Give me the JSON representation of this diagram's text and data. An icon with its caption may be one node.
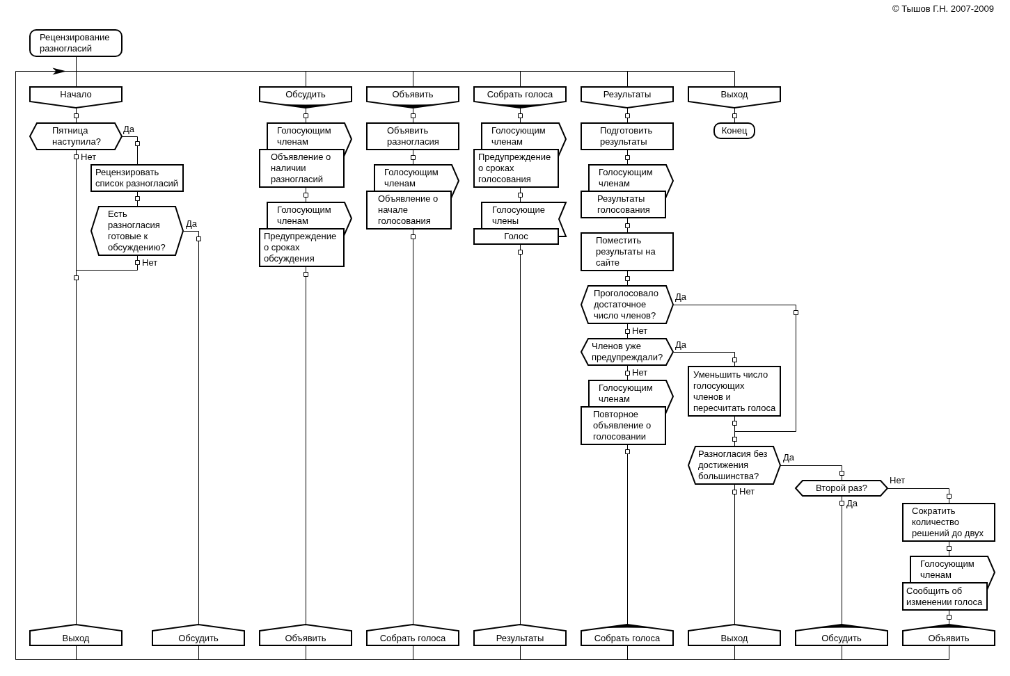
{
  "diagram": {
    "nodes": [
      {
        "text": [
          "Рецензирование разногласий"
        ]
      },
      {
        "text": [
          "Начало"
        ]
      },
      {
        "text": [
          "Пятница наступила?"
        ]
      },
      {
        "text": [
          "Рецензировать список разногласий"
        ]
      },
      {
        "text": [
          "Есть разногласия готовые к обсуждению?"
        ]
      },
      {
        "text": [
          "Выход"
        ]
      },
      {
        "text": [
          "Обсудить"
        ]
      },
      {
        "text": [
          "Обсудить"
        ]
      },
      {
        "text": [
          "Голосующим членам",
          "Объявление о наличии разногласий"
        ]
      },
      {
        "text": [
          "Голосующим членам",
          "Предупреждение о сроках обсуждения"
        ]
      },
      {
        "text": [
          "Объявить"
        ]
      },
      {
        "text": [
          "Объявить"
        ]
      },
      {
        "text": [
          "Объявить разногласия"
        ]
      },
      {
        "text": [
          "Голосующим членам",
          "Объявление о начале голосования"
        ]
      },
      {
        "text": [
          "Собрать голоса"
        ]
      },
      {
        "text": [
          "Собрать голоса"
        ]
      },
      {
        "text": [
          "Голосующим членам",
          "Предупреждение о сроках голосования"
        ]
      },
      {
        "text": [
          "Голосующие члены",
          "Голос"
        ]
      },
      {
        "text": [
          "Результаты"
        ]
      },
      {
        "text": [
          "Результаты"
        ]
      },
      {
        "text": [
          "Подготовить результаты"
        ]
      },
      {
        "text": [
          "Голосующим членам",
          "Результаты голосования"
        ]
      },
      {
        "text": [
          "Поместить результаты на сайте"
        ]
      },
      {
        "text": [
          "Проголосовало достаточное число членов?"
        ]
      },
      {
        "text": [
          "Членов уже предупреждали?"
        ]
      },
      {
        "text": [
          "Голосующим членам",
          "Повторное объявление о голосовании"
        ]
      },
      {
        "text": [
          "Собрать голоса"
        ]
      },
      {
        "text": [
          "Выход"
        ]
      },
      {
        "text": [
          "Конец"
        ]
      },
      {
        "text": [
          "Уменьшить число голосующих членов и пересчитать голоса"
        ]
      },
      {
        "text": [
          "Разногласия без достижения большинства?"
        ]
      },
      {
        "text": [
          "Выход"
        ]
      },
      {
        "text": [
          "Второй раз?"
        ]
      },
      {
        "text": [
          "Обсудить"
        ]
      },
      {
        "text": [
          "Сократить количество решений до двух"
        ]
      },
      {
        "text": [
          "Голосующим членам",
          "Сообщить об изменении голоса"
        ]
      },
      {
        "text": [
          "Объявить"
        ]
      }
    ],
    "edges": [
      {
        "from": 0,
        "to": 1,
        "arrow": "none"
      },
      {
        "from": 1,
        "to": 2,
        "arrow": "none"
      },
      {
        "from": 2,
        "to": 3,
        "arrow": "none",
        "label": "Да"
      },
      {
        "from": 2,
        "to": 5,
        "arrow": "none",
        "label": "Нет"
      },
      {
        "from": 3,
        "to": 4,
        "arrow": "none"
      },
      {
        "from": 4,
        "to": 6,
        "arrow": "none",
        "label": "Да"
      },
      {
        "from": 4,
        "to": 5,
        "arrow": "none",
        "label": "Нет"
      },
      {
        "from": 7,
        "to": 8,
        "arrow": "none"
      },
      {
        "from": 8,
        "to": 9,
        "arrow": "none"
      },
      {
        "from": 9,
        "to": 10,
        "arrow": "none"
      },
      {
        "from": 11,
        "to": 12,
        "arrow": "none"
      },
      {
        "from": 12,
        "to": 13,
        "arrow": "none"
      },
      {
        "from": 13,
        "to": 14,
        "arrow": "none"
      },
      {
        "from": 15,
        "to": 16,
        "arrow": "none"
      },
      {
        "from": 16,
        "to": 17,
        "arrow": "none"
      },
      {
        "from": 17,
        "to": 18,
        "arrow": "none"
      },
      {
        "from": 19,
        "to": 20,
        "arrow": "none"
      },
      {
        "from": 20,
        "to": 21,
        "arrow": "none"
      },
      {
        "from": 21,
        "to": 22,
        "arrow": "none"
      },
      {
        "from": 22,
        "to": 23,
        "arrow": "none"
      },
      {
        "from": 23,
        "to": 24,
        "arrow": "none",
        "label": "Нет"
      },
      {
        "from": 23,
        "to": 30,
        "arrow": "none",
        "label": "Да"
      },
      {
        "from": 24,
        "to": 29,
        "arrow": "none",
        "label": "Да"
      },
      {
        "from": 24,
        "to": 25,
        "arrow": "none",
        "label": "Нет"
      },
      {
        "from": 25,
        "to": 26,
        "arrow": "none"
      },
      {
        "from": 29,
        "to": 30,
        "arrow": "none"
      },
      {
        "from": 30,
        "to": 31,
        "arrow": "none",
        "label": "Нет"
      },
      {
        "from": 30,
        "to": 32,
        "arrow": "none",
        "label": "Да"
      },
      {
        "from": 32,
        "to": 33,
        "arrow": "none",
        "label": "Да"
      },
      {
        "from": 32,
        "to": 34,
        "arrow": "none",
        "label": "Нет"
      },
      {
        "from": 34,
        "to": 35,
        "arrow": "none"
      },
      {
        "from": 35,
        "to": 36,
        "arrow": "none"
      },
      {
        "from": 27,
        "to": 28,
        "arrow": "none"
      },
      {
        "from": 5,
        "to": 27,
        "arrow": "to"
      },
      {
        "from": 6,
        "to": 7,
        "arrow": "to"
      },
      {
        "from": 10,
        "to": 11,
        "arrow": "to"
      },
      {
        "from": 14,
        "to": 15,
        "arrow": "to"
      },
      {
        "from": 18,
        "to": 19,
        "arrow": "to"
      },
      {
        "from": 26,
        "to": 15,
        "arrow": "to"
      },
      {
        "from": 31,
        "to": 27,
        "arrow": "to"
      },
      {
        "from": 33,
        "to": 7,
        "arrow": "to"
      },
      {
        "from": 36,
        "to": 11,
        "arrow": "to"
      }
    ],
    "labels": [
      "© Тышов Г.Н. 2007-2009"
    ]
  }
}
